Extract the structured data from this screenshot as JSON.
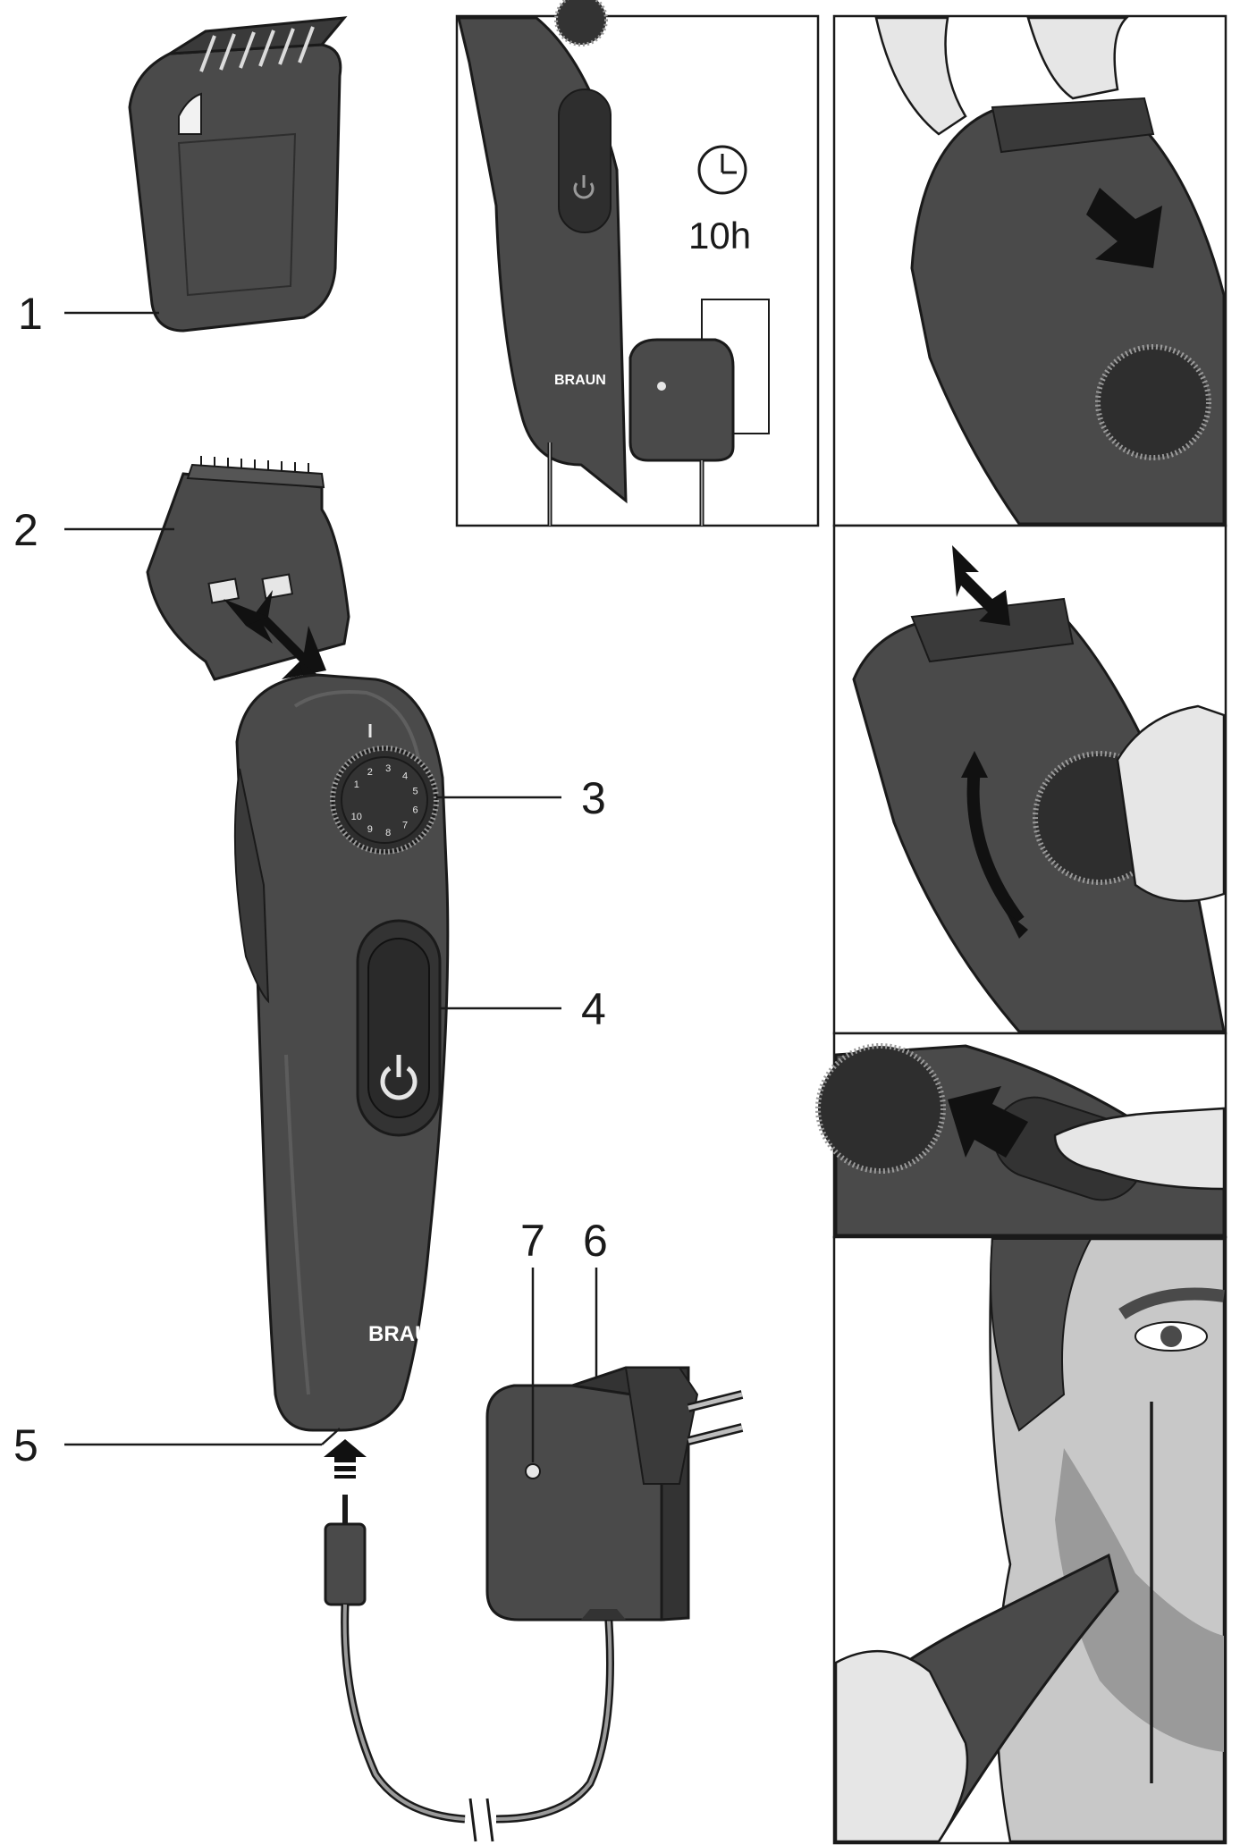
{
  "callouts": [
    {
      "id": "1",
      "label": "1"
    },
    {
      "id": "2",
      "label": "2"
    },
    {
      "id": "3",
      "label": "3"
    },
    {
      "id": "4",
      "label": "4"
    },
    {
      "id": "5",
      "label": "5"
    },
    {
      "id": "6",
      "label": "6"
    },
    {
      "id": "7",
      "label": "7"
    }
  ],
  "charging_panel": {
    "charge_time": "10h"
  },
  "brand": {
    "logo_text": "BRAUN"
  },
  "dial": {
    "settings": [
      "1",
      "2",
      "3",
      "4",
      "5",
      "6",
      "7",
      "8",
      "9",
      "10"
    ]
  },
  "colors": {
    "body": "#4a4a4a",
    "body_dark": "#333333",
    "body_light": "#5c5c5c",
    "skin": "#e6e6e6",
    "outline": "#1a1a1a",
    "arrow": "#111111"
  }
}
